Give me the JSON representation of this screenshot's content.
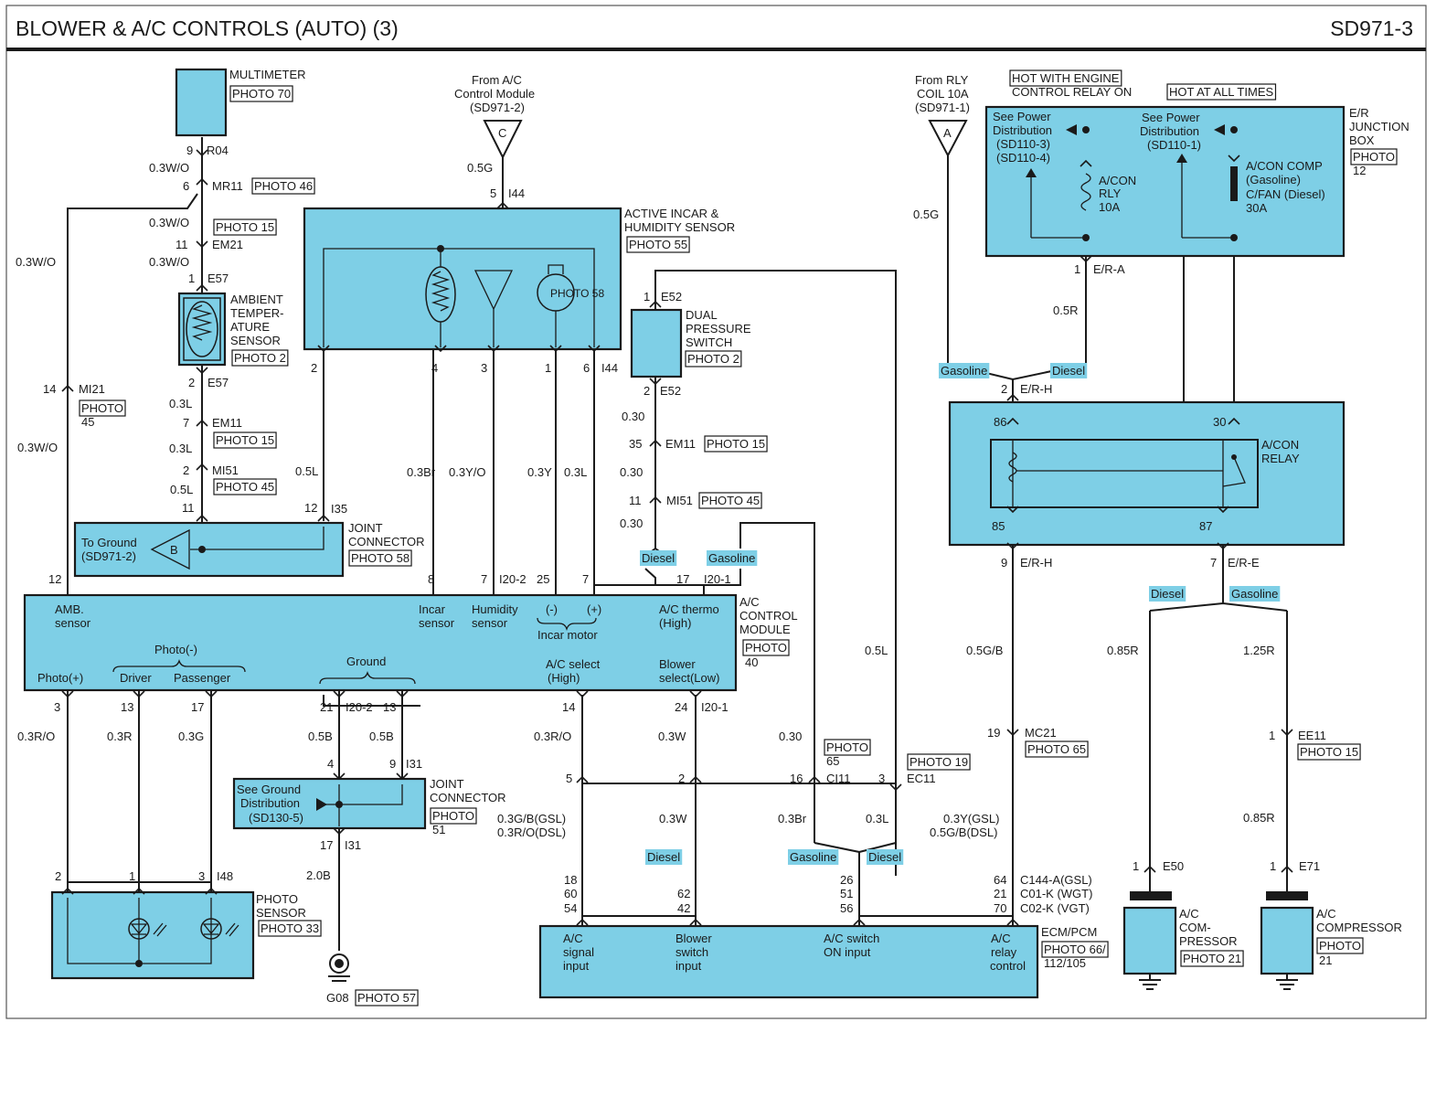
{
  "header": {
    "title": "BLOWER & A/C CONTROLS (AUTO) (3)",
    "code": "SD971-3"
  },
  "labels": [
    {
      "k": "mm1",
      "t": "MULTIMETER"
    },
    {
      "k": "mm2",
      "t": "PHOTO 70",
      "box": 1
    },
    {
      "k": "r04p",
      "t": "9"
    },
    {
      "k": "r04",
      "t": "R04"
    },
    {
      "k": "w03wo1",
      "t": "0.3W/O"
    },
    {
      "k": "mr11p",
      "t": "6"
    },
    {
      "k": "mr11",
      "t": "MR11"
    },
    {
      "k": "ph46a",
      "t": "PHOTO 46",
      "box": 1
    },
    {
      "k": "w03wo2",
      "t": "0.3W/O"
    },
    {
      "k": "ph15a",
      "t": "PHOTO 15",
      "box": 1
    },
    {
      "k": "em21p",
      "t": "11"
    },
    {
      "k": "em21",
      "t": "EM21"
    },
    {
      "k": "w03wo3",
      "t": "0.3W/O"
    },
    {
      "k": "w03wo4",
      "t": "0.3W/O"
    },
    {
      "k": "e57p1",
      "t": "1"
    },
    {
      "k": "e57a",
      "t": "E57"
    },
    {
      "k": "amb1",
      "t": "AMBIENT"
    },
    {
      "k": "amb2",
      "t": "TEMPER-"
    },
    {
      "k": "amb3",
      "t": "ATURE"
    },
    {
      "k": "amb4",
      "t": "SENSOR"
    },
    {
      "k": "amb5",
      "t": "PHOTO 2",
      "box": 1
    },
    {
      "k": "e57p2",
      "t": "2"
    },
    {
      "k": "e57b",
      "t": "E57"
    },
    {
      "k": "w03l1",
      "t": "0.3L"
    },
    {
      "k": "mi21p",
      "t": "14"
    },
    {
      "k": "mi21",
      "t": "MI21"
    },
    {
      "k": "ph45a1",
      "t": "PHOTO",
      "box": 1
    },
    {
      "k": "ph45a2",
      "t": "45"
    },
    {
      "k": "w03wo5",
      "t": "0.3W/O"
    },
    {
      "k": "em11p",
      "t": "7"
    },
    {
      "k": "em11",
      "t": "EM11"
    },
    {
      "k": "ph15b",
      "t": "PHOTO 15",
      "box": 1
    },
    {
      "k": "w03l2",
      "t": "0.3L"
    },
    {
      "k": "mi51p",
      "t": "2"
    },
    {
      "k": "mi51",
      "t": "MI51"
    },
    {
      "k": "ph45b",
      "t": "PHOTO 45",
      "box": 1
    },
    {
      "k": "w05l1",
      "t": "0.5L"
    },
    {
      "k": "w05l2",
      "t": "0.5L"
    },
    {
      "k": "i35p1",
      "t": "11"
    },
    {
      "k": "i35p2",
      "t": "12"
    },
    {
      "k": "i35",
      "t": "I35"
    },
    {
      "k": "tg1",
      "t": "To Ground"
    },
    {
      "k": "tg2",
      "t": "(SD971-2)"
    },
    {
      "k": "tgb",
      "t": "B"
    },
    {
      "k": "jc1a",
      "t": "JOINT"
    },
    {
      "k": "jc1b",
      "t": "CONNECTOR"
    },
    {
      "k": "jc1c",
      "t": "PHOTO 58",
      "box": 1
    },
    {
      "k": "fac1",
      "t": "From A/C"
    },
    {
      "k": "fac2",
      "t": "Control Module"
    },
    {
      "k": "fac3",
      "t": "(SD971-2)"
    },
    {
      "k": "facc",
      "t": "C"
    },
    {
      "k": "w05g1",
      "t": "0.5G"
    },
    {
      "k": "i44p5",
      "t": "5"
    },
    {
      "k": "i44a",
      "t": "I44"
    },
    {
      "k": "ais1",
      "t": "ACTIVE INCAR &"
    },
    {
      "k": "ais2",
      "t": "HUMIDITY SENSOR"
    },
    {
      "k": "ais3",
      "t": "PHOTO 55",
      "box": 1
    },
    {
      "k": "motm",
      "t": "M"
    },
    {
      "k": "i44n2",
      "t": "2"
    },
    {
      "k": "i44n4",
      "t": "4"
    },
    {
      "k": "i44n3",
      "t": "3"
    },
    {
      "k": "i44n1",
      "t": "1"
    },
    {
      "k": "i44n6",
      "t": "6"
    },
    {
      "k": "i44b",
      "t": "I44"
    },
    {
      "k": "w03br",
      "t": "0.3Br"
    },
    {
      "k": "w03yo",
      "t": "0.3Y/O"
    },
    {
      "k": "w03y",
      "t": "0.3Y"
    },
    {
      "k": "w03l3",
      "t": "0.3L"
    },
    {
      "k": "e52p1",
      "t": "1"
    },
    {
      "k": "e52a",
      "t": "E52"
    },
    {
      "k": "dps1",
      "t": "DUAL"
    },
    {
      "k": "dps2",
      "t": "PRESSURE"
    },
    {
      "k": "dps3",
      "t": "SWITCH"
    },
    {
      "k": "dps4",
      "t": "PHOTO 2",
      "box": 1
    },
    {
      "k": "e52p2",
      "t": "2"
    },
    {
      "k": "e52b",
      "t": "E52"
    },
    {
      "k": "w030a",
      "t": "0.30"
    },
    {
      "k": "em11p2",
      "t": "35"
    },
    {
      "k": "em11b",
      "t": "EM11"
    },
    {
      "k": "ph15c",
      "t": "PHOTO 15",
      "box": 1
    },
    {
      "k": "w030b",
      "t": "0.30"
    },
    {
      "k": "mi51p2",
      "t": "11"
    },
    {
      "k": "mi51b",
      "t": "MI51"
    },
    {
      "k": "ph45c",
      "t": "PHOTO 45",
      "box": 1
    },
    {
      "k": "w030c",
      "t": "0.30"
    },
    {
      "k": "dies1",
      "t": "Diesel",
      "hl": 1
    },
    {
      "k": "gas1",
      "t": "Gasoline",
      "hl": 1
    },
    {
      "k": "cp12",
      "t": "12"
    },
    {
      "k": "cp8",
      "t": "8"
    },
    {
      "k": "cp7",
      "t": "7"
    },
    {
      "k": "i202",
      "t": "I20-2"
    },
    {
      "k": "cp25",
      "t": "25"
    },
    {
      "k": "cp7b",
      "t": "7"
    },
    {
      "k": "cp17",
      "t": "17"
    },
    {
      "k": "i201",
      "t": "I20-1"
    },
    {
      "k": "acm1",
      "t": "A/C"
    },
    {
      "k": "acm2",
      "t": "CONTROL"
    },
    {
      "k": "acm3",
      "t": "MODULE"
    },
    {
      "k": "acm4",
      "t": "PHOTO",
      "box": 1
    },
    {
      "k": "acm5",
      "t": "40"
    },
    {
      "k": "ambs1",
      "t": "AMB."
    },
    {
      "k": "ambs2",
      "t": "sensor"
    },
    {
      "k": "incs1",
      "t": "Incar"
    },
    {
      "k": "incs2",
      "t": "sensor"
    },
    {
      "k": "hums1",
      "t": "Humidity"
    },
    {
      "k": "hums2",
      "t": "sensor"
    },
    {
      "k": "imm",
      "t": "(-)"
    },
    {
      "k": "imp",
      "t": "(+)"
    },
    {
      "k": "imot",
      "t": "Incar motor"
    },
    {
      "k": "act1",
      "t": "A/C thermo"
    },
    {
      "k": "act2",
      "t": "(High)"
    },
    {
      "k": "phm",
      "t": "Photo(-)"
    },
    {
      "k": "php",
      "t": "Photo(+)"
    },
    {
      "k": "drv",
      "t": "Driver"
    },
    {
      "k": "pas",
      "t": "Passenger"
    },
    {
      "k": "gnd",
      "t": "Ground"
    },
    {
      "k": "acs1",
      "t": "A/C select"
    },
    {
      "k": "acs2",
      "t": "(High)"
    },
    {
      "k": "bls1",
      "t": "Blower"
    },
    {
      "k": "bls2",
      "t": "select(Low)"
    },
    {
      "k": "cb3",
      "t": "3"
    },
    {
      "k": "cb13",
      "t": "13"
    },
    {
      "k": "cb17",
      "t": "17"
    },
    {
      "k": "cb21",
      "t": "21"
    },
    {
      "k": "i202b",
      "t": "I20-2"
    },
    {
      "k": "cb13b",
      "t": "13"
    },
    {
      "k": "cb14",
      "t": "14"
    },
    {
      "k": "cb24",
      "t": "24"
    },
    {
      "k": "i201b",
      "t": "I20-1"
    },
    {
      "k": "w03ro",
      "t": "0.3R/O"
    },
    {
      "k": "w03r",
      "t": "0.3R"
    },
    {
      "k": "w03g",
      "t": "0.3G"
    },
    {
      "k": "w05b1",
      "t": "0.5B"
    },
    {
      "k": "w05b2",
      "t": "0.5B"
    },
    {
      "k": "w03ro2",
      "t": "0.3R/O"
    },
    {
      "k": "w03w",
      "t": "0.3W"
    },
    {
      "k": "w030d",
      "t": "0.30"
    },
    {
      "k": "i31p4",
      "t": "4"
    },
    {
      "k": "i31p9",
      "t": "9"
    },
    {
      "k": "i31a",
      "t": "I31"
    },
    {
      "k": "sgd1",
      "t": "See Ground"
    },
    {
      "k": "sgd2",
      "t": "Distribution"
    },
    {
      "k": "sgd3",
      "t": "(SD130-5)"
    },
    {
      "k": "jc2a",
      "t": "JOINT"
    },
    {
      "k": "jc2b",
      "t": "CONNECTOR"
    },
    {
      "k": "jc2c",
      "t": "PHOTO",
      "box": 1
    },
    {
      "k": "jc2d",
      "t": "51"
    },
    {
      "k": "i31p17",
      "t": "17"
    },
    {
      "k": "i31b",
      "t": "I31"
    },
    {
      "k": "w20b",
      "t": "2.0B"
    },
    {
      "k": "i48p2",
      "t": "2"
    },
    {
      "k": "i48p1",
      "t": "1"
    },
    {
      "k": "i48p3",
      "t": "3"
    },
    {
      "k": "i48",
      "t": "I48"
    },
    {
      "k": "pss1",
      "t": "PHOTO"
    },
    {
      "k": "pss2",
      "t": "SENSOR"
    },
    {
      "k": "pss3",
      "t": "PHOTO 33",
      "box": 1
    },
    {
      "k": "g08",
      "t": "G08"
    },
    {
      "k": "ph57",
      "t": "PHOTO 57",
      "box": 1
    },
    {
      "k": "p5",
      "t": "5"
    },
    {
      "k": "p2",
      "t": "2"
    },
    {
      "k": "ci11p",
      "t": "16"
    },
    {
      "k": "ci11",
      "t": "CI11"
    },
    {
      "k": "ph65a",
      "t": "PHOTO",
      "box": 1
    },
    {
      "k": "ph65a2",
      "t": "65"
    },
    {
      "k": "ec11p",
      "t": "3"
    },
    {
      "k": "ec11",
      "t": "EC11"
    },
    {
      "k": "ph19",
      "t": "PHOTO 19",
      "box": 1
    },
    {
      "k": "w03gb",
      "t": "0.3G/B(GSL)"
    },
    {
      "k": "w03rd",
      "t": "0.3R/O(DSL)"
    },
    {
      "k": "w03w2",
      "t": "0.3W"
    },
    {
      "k": "w03br2",
      "t": "0.3Br"
    },
    {
      "k": "w03l4",
      "t": "0.3L"
    },
    {
      "k": "w03yg",
      "t": "0.3Y(GSL)"
    },
    {
      "k": "w05gb",
      "t": "0.5G/B(DSL)"
    },
    {
      "k": "dies2",
      "t": "Diesel",
      "hl": 1
    },
    {
      "k": "gas2",
      "t": "Gasoline",
      "hl": 1
    },
    {
      "k": "dies3",
      "t": "Diesel",
      "hl": 1
    },
    {
      "k": "e18",
      "t": "18"
    },
    {
      "k": "e60",
      "t": "60"
    },
    {
      "k": "e54",
      "t": "54"
    },
    {
      "k": "e62",
      "t": "62"
    },
    {
      "k": "e42",
      "t": "42"
    },
    {
      "k": "e26",
      "t": "26"
    },
    {
      "k": "e51",
      "t": "51"
    },
    {
      "k": "e56",
      "t": "56"
    },
    {
      "k": "e64",
      "t": "64"
    },
    {
      "k": "e21",
      "t": "21"
    },
    {
      "k": "e70",
      "t": "70"
    },
    {
      "k": "c144",
      "t": "C144-A(GSL)"
    },
    {
      "k": "c01",
      "t": "C01-K (WGT)"
    },
    {
      "k": "c02",
      "t": "C02-K (VGT)"
    },
    {
      "k": "acsg1",
      "t": "A/C"
    },
    {
      "k": "acsg2",
      "t": "signal"
    },
    {
      "k": "acsg3",
      "t": "input"
    },
    {
      "k": "bsw1",
      "t": "Blower"
    },
    {
      "k": "bsw2",
      "t": "switch"
    },
    {
      "k": "bsw3",
      "t": "input"
    },
    {
      "k": "acon1",
      "t": "A/C switch"
    },
    {
      "k": "acon2",
      "t": "ON input"
    },
    {
      "k": "acr1",
      "t": "A/C"
    },
    {
      "k": "acr2",
      "t": "relay"
    },
    {
      "k": "acr3",
      "t": "control"
    },
    {
      "k": "ecm1",
      "t": "ECM/PCM"
    },
    {
      "k": "ecm2",
      "t": "PHOTO 66/",
      "box": 1
    },
    {
      "k": "ecm3",
      "t": "112/105"
    },
    {
      "k": "w05l3",
      "t": "0.5L"
    },
    {
      "k": "w05gb2",
      "t": "0.5G/B"
    },
    {
      "k": "frly1",
      "t": "From RLY"
    },
    {
      "k": "frly2",
      "t": "COIL 10A"
    },
    {
      "k": "frly3",
      "t": "(SD971-1)"
    },
    {
      "k": "frlya",
      "t": "A"
    },
    {
      "k": "w05g2",
      "t": "0.5G"
    },
    {
      "k": "hwe1",
      "t": "HOT WITH ENGINE",
      "box": 1
    },
    {
      "k": "hwe2",
      "t": "CONTROL RELAY ON"
    },
    {
      "k": "hat",
      "t": "HOT AT ALL TIMES",
      "box": 1
    },
    {
      "k": "spd1",
      "t": "See Power"
    },
    {
      "k": "spd2",
      "t": "Distribution"
    },
    {
      "k": "spd3",
      "t": "(SD110-3)"
    },
    {
      "k": "spd4",
      "t": "(SD110-4)"
    },
    {
      "k": "spd5",
      "t": "See Power"
    },
    {
      "k": "spd6",
      "t": "Distribution"
    },
    {
      "k": "spd7",
      "t": "(SD110-1)"
    },
    {
      "k": "rly1",
      "t": "A/CON"
    },
    {
      "k": "rly2",
      "t": "RLY"
    },
    {
      "k": "rly3",
      "t": "10A"
    },
    {
      "k": "comp1",
      "t": "A/CON COMP"
    },
    {
      "k": "comp2",
      "t": "(Gasoline)"
    },
    {
      "k": "comp3",
      "t": "C/FAN (Diesel)"
    },
    {
      "k": "comp4",
      "t": "30A"
    },
    {
      "k": "erj1",
      "t": "E/R"
    },
    {
      "k": "erj2",
      "t": "JUNCTION"
    },
    {
      "k": "erj3",
      "t": "BOX"
    },
    {
      "k": "erj4",
      "t": "PHOTO",
      "box": 1
    },
    {
      "k": "erj5",
      "t": "12"
    },
    {
      "k": "era1",
      "t": "1"
    },
    {
      "k": "era",
      "t": "E/R-A"
    },
    {
      "k": "w05r",
      "t": "0.5R"
    },
    {
      "k": "gas3",
      "t": "Gasoline",
      "hl": 1
    },
    {
      "k": "dies4",
      "t": "Diesel",
      "hl": 1
    },
    {
      "k": "erh1",
      "t": "2"
    },
    {
      "k": "erh",
      "t": "E/R-H"
    },
    {
      "k": "r86",
      "t": "86"
    },
    {
      "k": "r30",
      "t": "30"
    },
    {
      "k": "r85",
      "t": "85"
    },
    {
      "k": "r87",
      "t": "87"
    },
    {
      "k": "acrl1",
      "t": "A/CON"
    },
    {
      "k": "acrl2",
      "t": "RELAY"
    },
    {
      "k": "erh2p",
      "t": "9"
    },
    {
      "k": "erh2",
      "t": "E/R-H"
    },
    {
      "k": "ere1",
      "t": "7"
    },
    {
      "k": "ere",
      "t": "E/R-E"
    },
    {
      "k": "dies5",
      "t": "Diesel",
      "hl": 1
    },
    {
      "k": "gas4",
      "t": "Gasoline",
      "hl": 1
    },
    {
      "k": "w085r",
      "t": "0.85R"
    },
    {
      "k": "w125r",
      "t": "1.25R"
    },
    {
      "k": "mc21p",
      "t": "19"
    },
    {
      "k": "mc21",
      "t": "MC21"
    },
    {
      "k": "ph65b",
      "t": "PHOTO 65",
      "box": 1
    },
    {
      "k": "ee11p",
      "t": "1"
    },
    {
      "k": "ee11",
      "t": "EE11"
    },
    {
      "k": "ph15d",
      "t": "PHOTO 15",
      "box": 1
    },
    {
      "k": "w085r2",
      "t": "0.85R"
    },
    {
      "k": "e50p",
      "t": "1"
    },
    {
      "k": "e50",
      "t": "E50"
    },
    {
      "k": "e71p",
      "t": "1"
    },
    {
      "k": "e71",
      "t": "E71"
    },
    {
      "k": "acc1",
      "t": "A/C"
    },
    {
      "k": "acc2",
      "t": "COM-"
    },
    {
      "k": "acc3",
      "t": "PRESSOR"
    },
    {
      "k": "acc4",
      "t": "PHOTO 21",
      "box": 1
    },
    {
      "k": "acc5",
      "t": "A/C"
    },
    {
      "k": "acc6",
      "t": "COMPRESSOR"
    },
    {
      "k": "acc7",
      "t": "PHOTO",
      "box": 1
    },
    {
      "k": "acc8",
      "t": "21"
    }
  ]
}
